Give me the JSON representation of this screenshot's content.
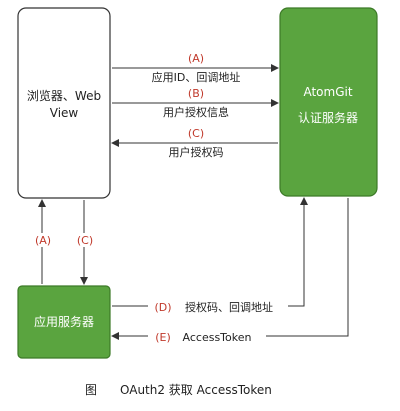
{
  "nodes": {
    "browser": {
      "line1": "浏览器、Web",
      "line2": "View"
    },
    "atomgit": {
      "line1": "AtomGit",
      "line2": "认证服务器"
    },
    "app_server": {
      "label": "应用服务器"
    }
  },
  "edges": {
    "a_top": {
      "step": "(A)",
      "label": "应用ID、回调地址"
    },
    "b_top": {
      "step": "(B)",
      "label": "用户授权信息"
    },
    "c_top": {
      "step": "(C)",
      "label": "用户授权码"
    },
    "a_left": {
      "step": "(A)"
    },
    "c_left": {
      "step": "(C)"
    },
    "d_bottom": {
      "step": "(D)",
      "label": "授权码、回调地址"
    },
    "e_bottom": {
      "step": "(E)",
      "label": "AccessToken"
    }
  },
  "caption": {
    "prefix": "图",
    "text": "OAuth2 获取 AccessToken"
  },
  "colors": {
    "green": "#5aa43f",
    "green_border": "#3c7a27",
    "arrow": "#333333",
    "step": "#c0392b",
    "box_border": "#333333"
  }
}
